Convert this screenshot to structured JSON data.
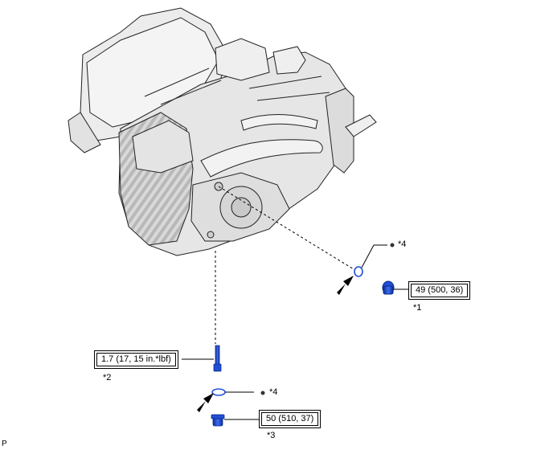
{
  "torque_specs": {
    "drain_plug": "49 (500, 36)",
    "bolt": "1.7 (17, 15 in.*lbf)",
    "refill_plug": "50 (510, 37)"
  },
  "callouts": {
    "c1": "*1",
    "c2": "*2",
    "c3": "*3",
    "c4a": "*4",
    "c4b": "*4"
  },
  "figure_ref": "P",
  "colors": {
    "part_blue": "#1f4fd6",
    "housing_grey": "#e6e6e6",
    "outline": "#222222"
  }
}
